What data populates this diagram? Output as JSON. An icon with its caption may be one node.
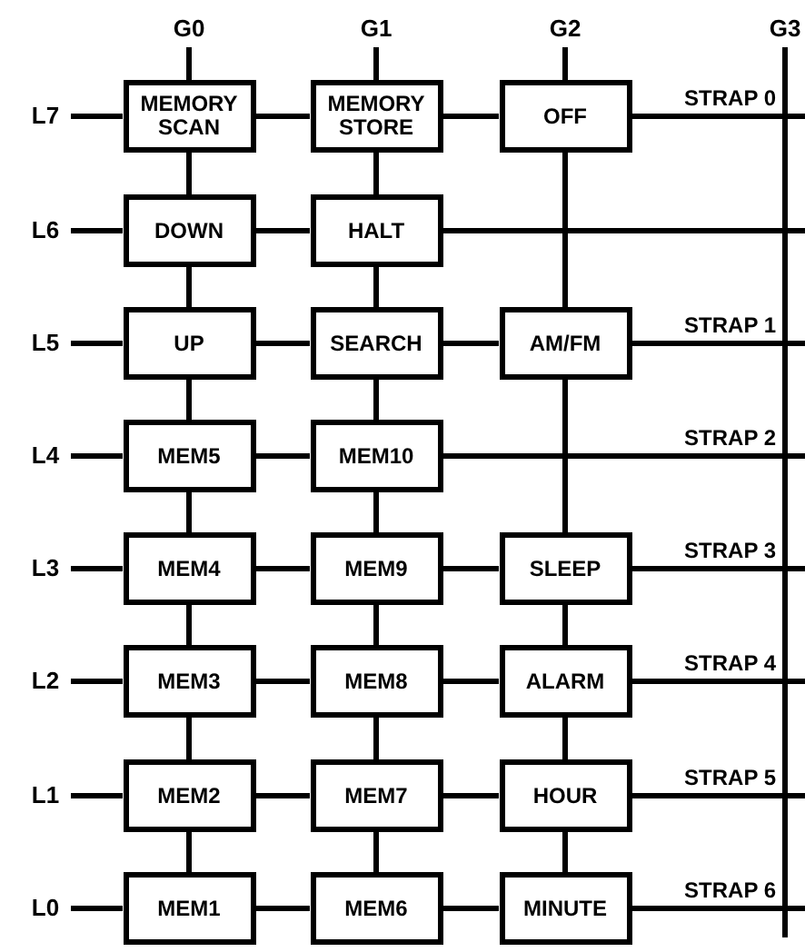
{
  "diagram": {
    "nodes": [
      {
        "text": [
          "G0"
        ]
      },
      {
        "text": [
          "G1"
        ]
      },
      {
        "text": [
          "G2"
        ]
      },
      {
        "text": [
          "G3"
        ]
      },
      {
        "text": [
          "L7"
        ]
      },
      {
        "text": [
          "MEMORY SCAN"
        ]
      },
      {
        "text": [
          "MEMORY STORE"
        ]
      },
      {
        "text": [
          "OFF"
        ]
      },
      {
        "text": [
          "L6"
        ]
      },
      {
        "text": [
          "DOWN"
        ]
      },
      {
        "text": [
          "HALT"
        ]
      },
      {
        "text": [
          "L5"
        ]
      },
      {
        "text": [
          "UP"
        ]
      },
      {
        "text": [
          "SEARCH"
        ]
      },
      {
        "text": [
          "AM/FM"
        ]
      },
      {
        "text": [
          "L4"
        ]
      },
      {
        "text": [
          "MEM5"
        ]
      },
      {
        "text": [
          "MEM10"
        ]
      },
      {
        "text": [
          "L3"
        ]
      },
      {
        "text": [
          "MEM4"
        ]
      },
      {
        "text": [
          "MEM9"
        ]
      },
      {
        "text": [
          "SLEEP"
        ]
      },
      {
        "text": [
          "L2"
        ]
      },
      {
        "text": [
          "MEM3"
        ]
      },
      {
        "text": [
          "MEM8"
        ]
      },
      {
        "text": [
          "ALARM"
        ]
      },
      {
        "text": [
          "L1"
        ]
      },
      {
        "text": [
          "MEM2"
        ]
      },
      {
        "text": [
          "MEM7"
        ]
      },
      {
        "text": [
          "HOUR"
        ]
      },
      {
        "text": [
          "L0"
        ]
      },
      {
        "text": [
          "MEM1"
        ]
      },
      {
        "text": [
          "MEM6"
        ]
      },
      {
        "text": [
          "MINUTE"
        ]
      }
    ],
    "edges": [
      {
        "from": 4,
        "to": 5,
        "arrow": "none"
      },
      {
        "from": 5,
        "to": 6,
        "arrow": "none"
      },
      {
        "from": 6,
        "to": 7,
        "arrow": "none"
      },
      {
        "from": 7,
        "to": null,
        "arrow": "none",
        "label": "STRAP 0"
      },
      {
        "from": 8,
        "to": 9,
        "arrow": "none"
      },
      {
        "from": 9,
        "to": 10,
        "arrow": "none"
      },
      {
        "from": 10,
        "to": null,
        "arrow": "none"
      },
      {
        "from": 11,
        "to": 12,
        "arrow": "none"
      },
      {
        "from": 12,
        "to": 13,
        "arrow": "none"
      },
      {
        "from": 13,
        "to": 14,
        "arrow": "none"
      },
      {
        "from": 14,
        "to": null,
        "arrow": "none",
        "label": "STRAP 1"
      },
      {
        "from": 15,
        "to": 16,
        "arrow": "none"
      },
      {
        "from": 16,
        "to": 17,
        "arrow": "none"
      },
      {
        "from": 17,
        "to": null,
        "arrow": "none",
        "label": "STRAP 2"
      },
      {
        "from": 18,
        "to": 19,
        "arrow": "none"
      },
      {
        "from": 19,
        "to": 20,
        "arrow": "none"
      },
      {
        "from": 20,
        "to": 21,
        "arrow": "none"
      },
      {
        "from": 21,
        "to": null,
        "arrow": "none",
        "label": "STRAP 3"
      },
      {
        "from": 22,
        "to": 23,
        "arrow": "none"
      },
      {
        "from": 23,
        "to": 24,
        "arrow": "none"
      },
      {
        "from": 24,
        "to": 25,
        "arrow": "none"
      },
      {
        "from": 25,
        "to": null,
        "arrow": "none",
        "label": "STRAP 4"
      },
      {
        "from": 26,
        "to": 27,
        "arrow": "none"
      },
      {
        "from": 27,
        "to": 28,
        "arrow": "none"
      },
      {
        "from": 28,
        "to": 29,
        "arrow": "none"
      },
      {
        "from": 29,
        "to": null,
        "arrow": "none",
        "label": "STRAP 5"
      },
      {
        "from": 30,
        "to": 31,
        "arrow": "none"
      },
      {
        "from": 31,
        "to": 32,
        "arrow": "none"
      },
      {
        "from": 32,
        "to": 33,
        "arrow": "none"
      },
      {
        "from": 33,
        "to": null,
        "arrow": "none",
        "label": "STRAP 6"
      },
      {
        "from": 0,
        "to": 5,
        "arrow": "none"
      },
      {
        "from": 5,
        "to": 9,
        "arrow": "none"
      },
      {
        "from": 9,
        "to": 12,
        "arrow": "none"
      },
      {
        "from": 12,
        "to": 16,
        "arrow": "none"
      },
      {
        "from": 16,
        "to": 19,
        "arrow": "none"
      },
      {
        "from": 19,
        "to": 23,
        "arrow": "none"
      },
      {
        "from": 23,
        "to": 27,
        "arrow": "none"
      },
      {
        "from": 27,
        "to": 31,
        "arrow": "none"
      },
      {
        "from": 1,
        "to": 6,
        "arrow": "none"
      },
      {
        "from": 6,
        "to": 10,
        "arrow": "none"
      },
      {
        "from": 10,
        "to": 13,
        "arrow": "none"
      },
      {
        "from": 13,
        "to": 17,
        "arrow": "none"
      },
      {
        "from": 17,
        "to": 20,
        "arrow": "none"
      },
      {
        "from": 20,
        "to": 24,
        "arrow": "none"
      },
      {
        "from": 24,
        "to": 28,
        "arrow": "none"
      },
      {
        "from": 28,
        "to": 32,
        "arrow": "none"
      },
      {
        "from": 2,
        "to": 7,
        "arrow": "none"
      },
      {
        "from": 7,
        "to": 14,
        "arrow": "none"
      },
      {
        "from": 14,
        "to": 21,
        "arrow": "none"
      },
      {
        "from": 21,
        "to": 25,
        "arrow": "none"
      },
      {
        "from": 25,
        "to": 29,
        "arrow": "none"
      },
      {
        "from": 29,
        "to": 33,
        "arrow": "none"
      },
      {
        "from": 3,
        "to": null,
        "arrow": "none"
      }
    ]
  }
}
